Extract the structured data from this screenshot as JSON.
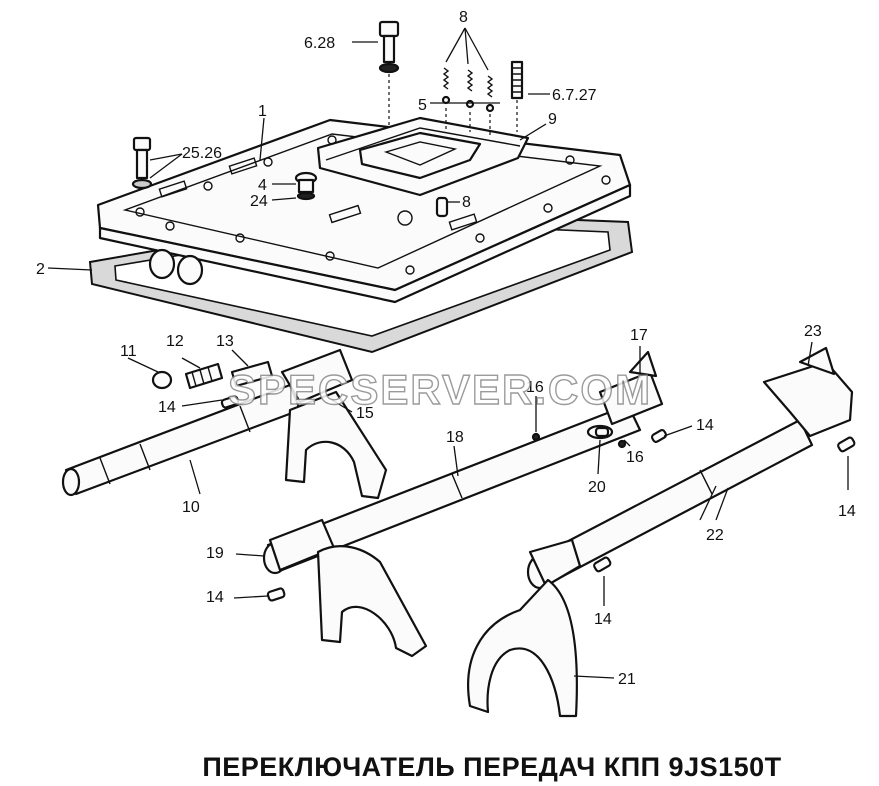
{
  "title": "ПЕРЕКЛЮЧАТЕЛЬ ПЕРЕДАЧ КПП 9JS150T",
  "watermark": "SPECSERVER.COM",
  "callouts": {
    "c_6_28": "6.28",
    "c_8_top": "8",
    "c_5": "5",
    "c_6_7_27": "6.7.27",
    "c_1": "1",
    "c_9": "9",
    "c_25_26": "25.26",
    "c_4": "4",
    "c_24": "24",
    "c_8_mid": "8",
    "c_2": "2",
    "c_11": "11",
    "c_12": "12",
    "c_13": "13",
    "c_14_a": "14",
    "c_15": "15",
    "c_16_a": "16",
    "c_17": "17",
    "c_18": "18",
    "c_14_b": "14",
    "c_16_b": "16",
    "c_20": "20",
    "c_23": "23",
    "c_14_c": "14",
    "c_10": "10",
    "c_19": "19",
    "c_22": "22",
    "c_14_d": "14",
    "c_14_e": "14",
    "c_21": "21"
  }
}
